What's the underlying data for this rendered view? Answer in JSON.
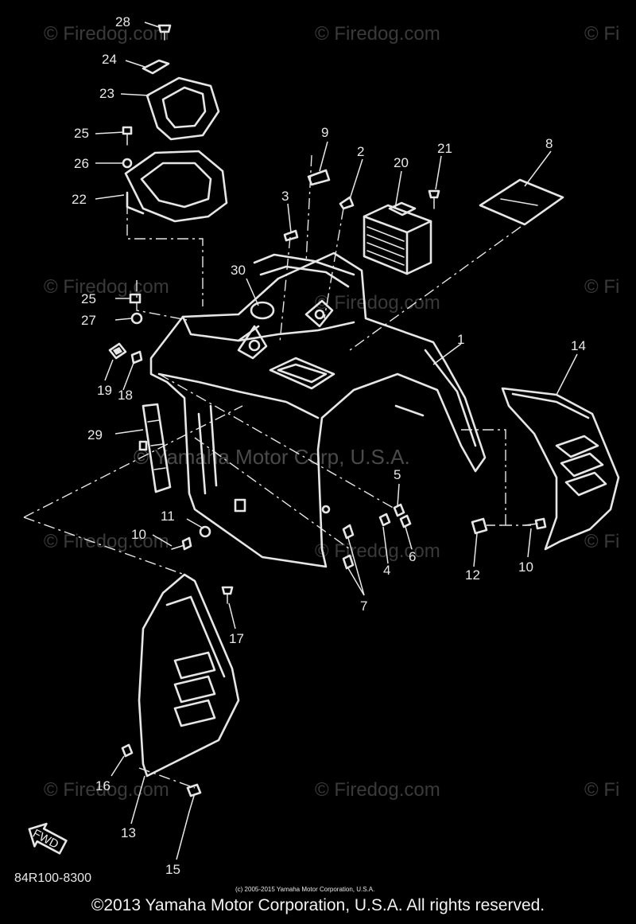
{
  "watermarks": [
    {
      "text": "© Firedog.com"
    },
    {
      "text": "© Firedog.com"
    },
    {
      "text": "© Fi"
    },
    {
      "text": "© Firedog.com"
    },
    {
      "text": "© Firedog.com"
    },
    {
      "text": "© Fi"
    },
    {
      "text": "© Firedog.com"
    },
    {
      "text": "© Firedog.com"
    },
    {
      "text": "© Fi"
    },
    {
      "text": "© Firedog.com"
    },
    {
      "text": "© Firedog.com"
    },
    {
      "text": "© Fi"
    }
  ],
  "center_watermark": "© Yamaha Motor Corp, U.S.A.",
  "callouts": [
    "28",
    "24",
    "23",
    "25",
    "26",
    "22",
    "9",
    "2",
    "20",
    "21",
    "8",
    "3",
    "30",
    "25",
    "27",
    "19",
    "18",
    "1",
    "14",
    "29",
    "5",
    "11",
    "10",
    "4",
    "6",
    "12",
    "10",
    "7",
    "17",
    "16",
    "13",
    "15"
  ],
  "fwd_label": "FWD",
  "diagram_code": "84R100-8300",
  "small_copyright": "(c) 2005-2015 Yamaha Motor Corporation, U.S.A.",
  "copyright": "©2013 Yamaha Motor Corporation, U.S.A. All rights reserved."
}
